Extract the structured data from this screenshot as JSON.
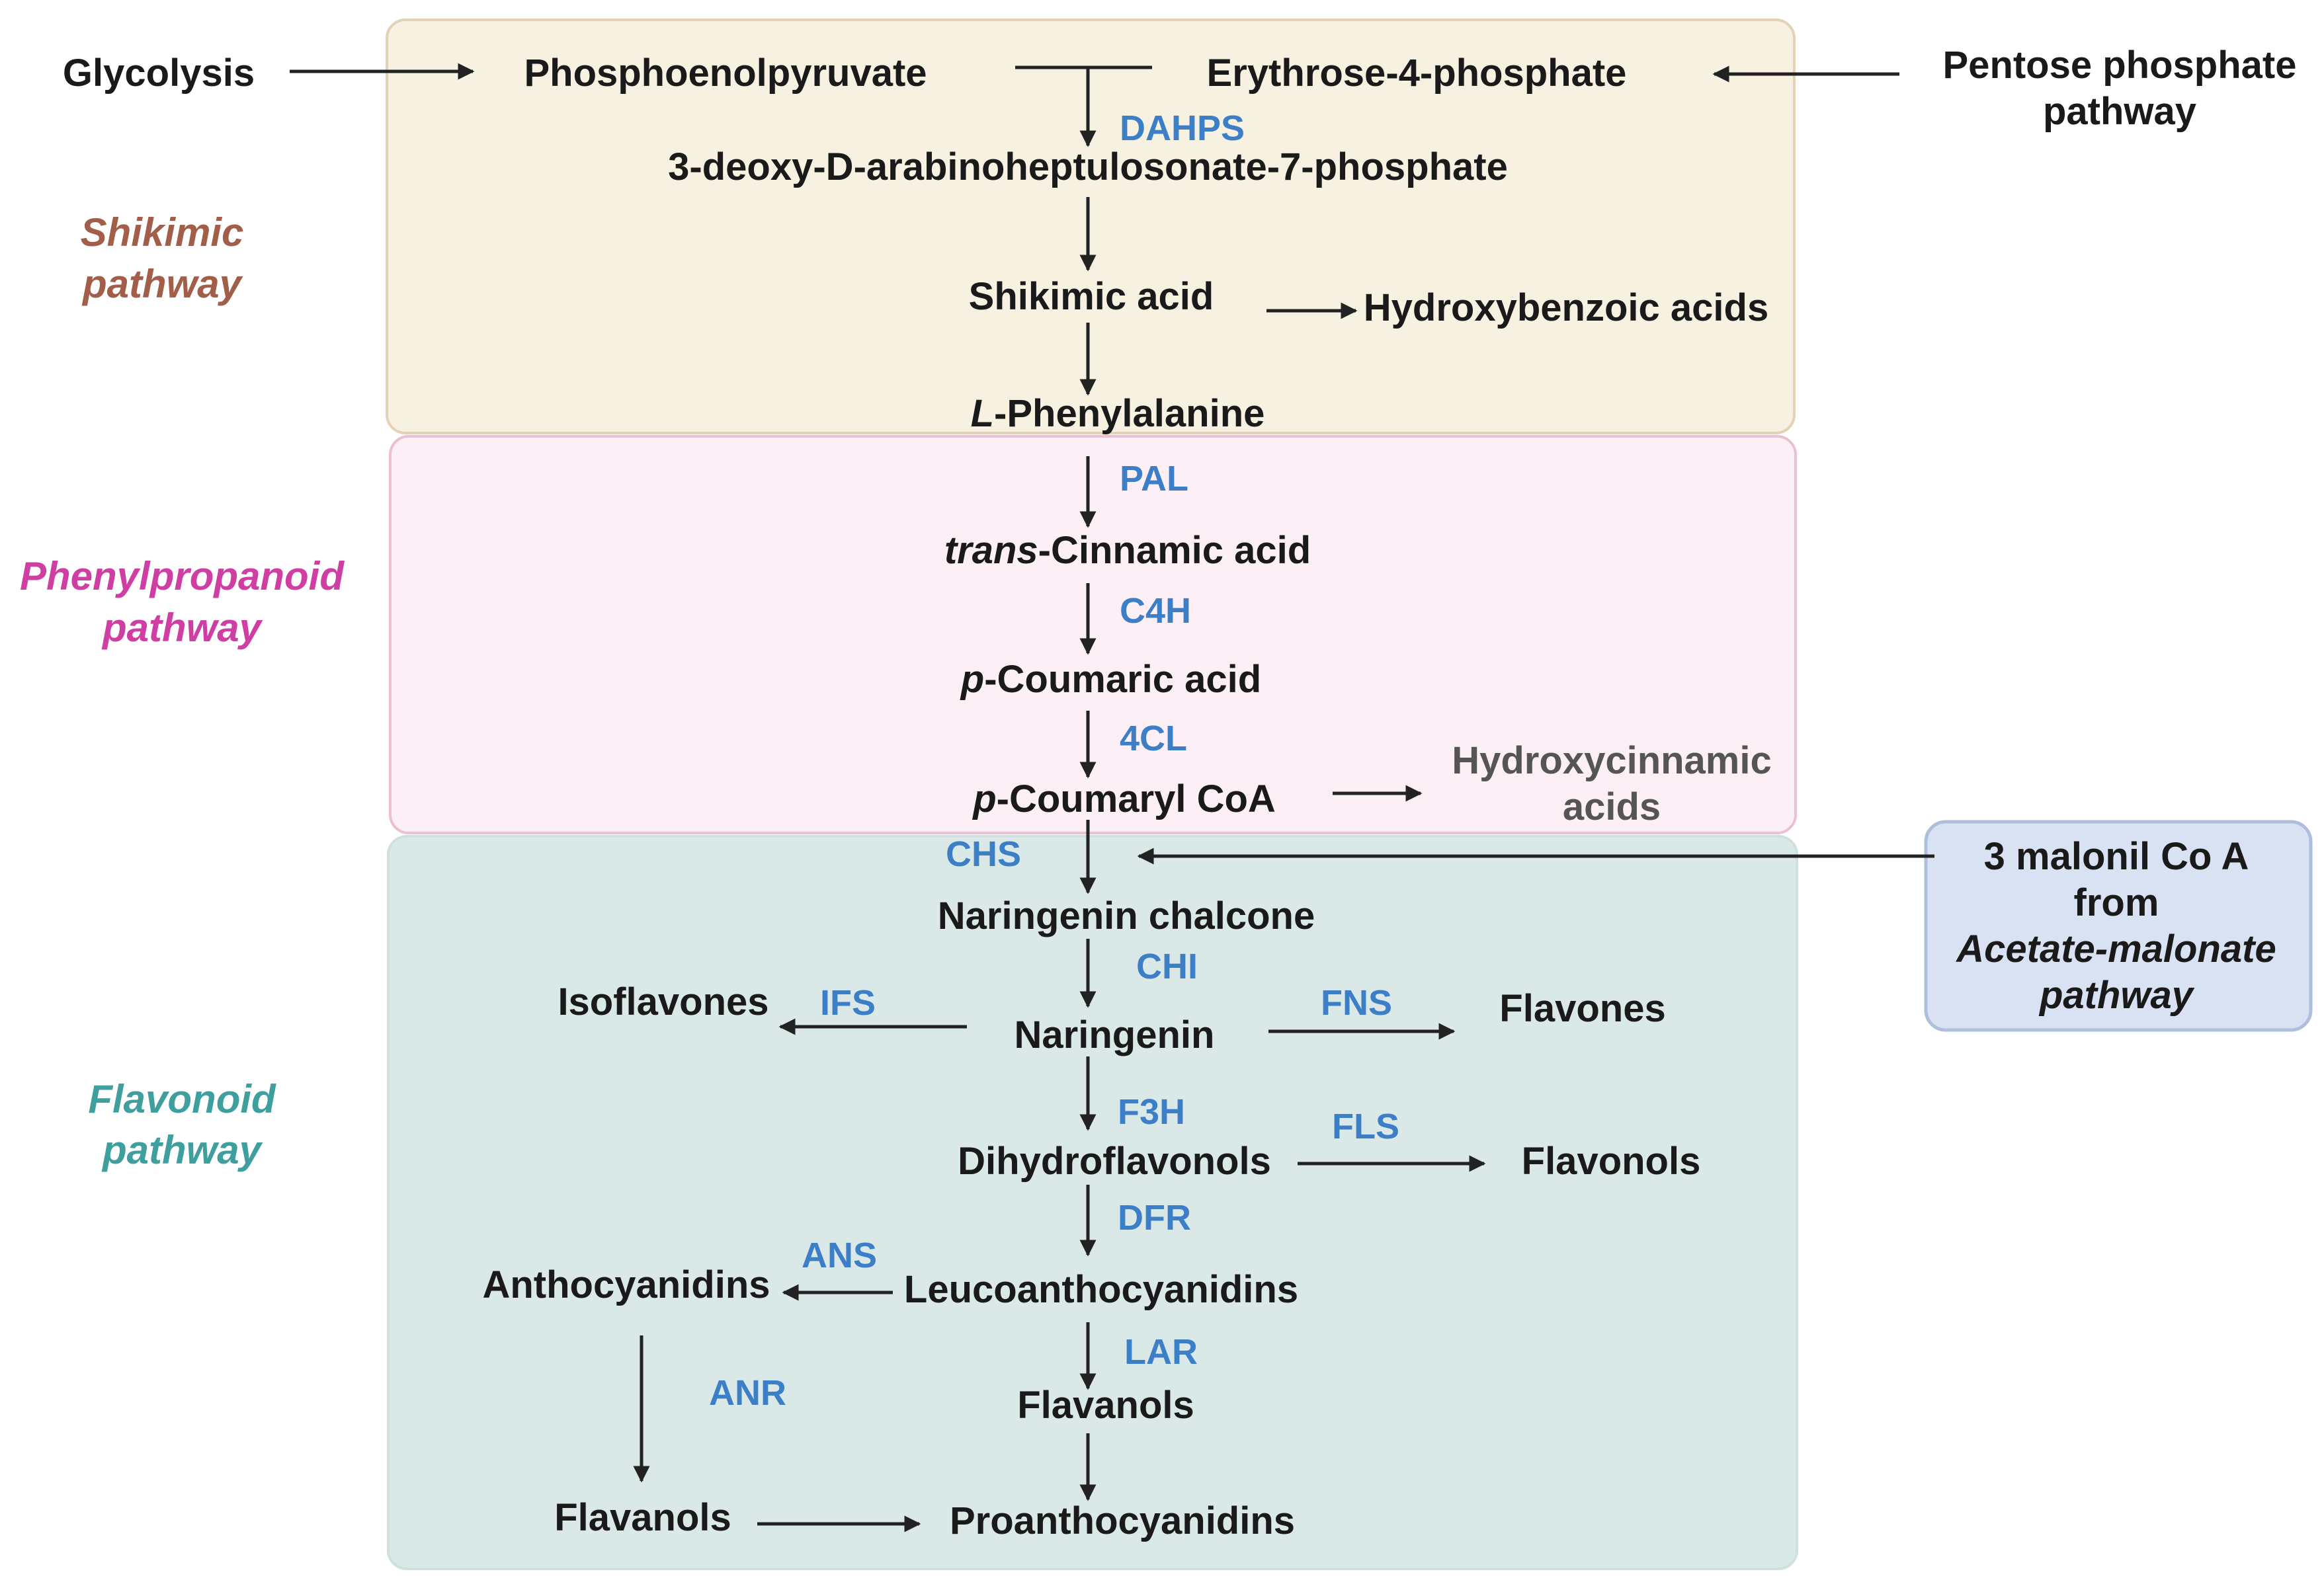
{
  "colors": {
    "shikimic_bg": "#f6f1e1",
    "shikimic_border": "#e2d2b6",
    "phenyl_bg": "#fcf0f6",
    "phenyl_border": "#ebbfd4",
    "flavonoid_bg": "#dae9e8",
    "flavonoid_border": "#cfe0df",
    "malonyl_bg": "#d8e2f2",
    "malonyl_border": "#aebfdc",
    "enzyme": "#3d7fc6",
    "node_text": "#1a1a1a",
    "shikimic_label": "#a25e48",
    "phenyl_label": "#cf3fa3",
    "flavonoid_label": "#3f9e9e",
    "arrow": "#222222"
  },
  "inputs": {
    "glycolysis": "Glycolysis",
    "pentose_line1": "Pentose phosphate",
    "pentose_line2": "pathway"
  },
  "pathways": {
    "shikimic_line1": "Shikimic",
    "shikimic_line2": "pathway",
    "phenyl_line1": "Phenylpropanoid",
    "phenyl_line2": "pathway",
    "flavonoid_line1": "Flavonoid",
    "flavonoid_line2": "pathway"
  },
  "compounds": {
    "pep": "Phosphoenolpyruvate",
    "e4p": "Erythrose-4-phosphate",
    "dahp": "3-deoxy-D-arabinoheptulosonate-7-phosphate",
    "shikimic_acid": "Shikimic acid",
    "hydroxybenzoic": "Hydroxybenzoic acids",
    "phe_prefix": "L",
    "phe_rest": "-Phenylalanine",
    "cinnamic_prefix": "trans",
    "cinnamic_rest": "-Cinnamic acid",
    "coumaric_prefix": "p",
    "coumaric_rest": "-Coumaric acid",
    "coumaryl_prefix": "p",
    "coumaryl_rest": "-Coumaryl CoA",
    "hydroxycinnamic_line1": "Hydroxycinnamic",
    "hydroxycinnamic_line2": "acids",
    "naringenin_chalcone": "Naringenin chalcone",
    "naringenin": "Naringenin",
    "isoflavones": "Isoflavones",
    "flavones": "Flavones",
    "dihydroflavonols": "Dihydroflavonols",
    "flavonols": "Flavonols",
    "anthocyanidins": "Anthocyanidins",
    "leucoanthocyanidins": "Leucoanthocyanidins",
    "flavanols_center": "Flavanols",
    "flavanols_left": "Flavanols",
    "proanthocyanidins": "Proanthocyanidins"
  },
  "enzymes": {
    "dahps": "DAHPS",
    "pal": "PAL",
    "c4h": "C4H",
    "fourcl": "4CL",
    "chs": "CHS",
    "chi": "CHI",
    "ifs": "IFS",
    "fns": "FNS",
    "f3h": "F3H",
    "fls": "FLS",
    "dfr": "DFR",
    "ans": "ANS",
    "lar": "LAR",
    "anr": "ANR"
  },
  "malonyl_box": {
    "line1": "3 malonil Co A",
    "line2": "from",
    "line3": "Acetate-malonate",
    "line4": "pathway"
  }
}
